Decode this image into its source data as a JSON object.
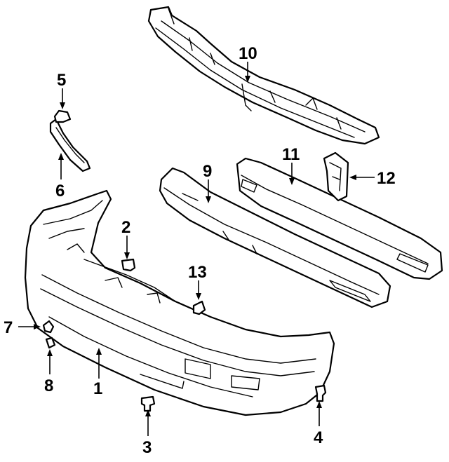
{
  "diagram": {
    "callouts": [
      {
        "id": "c1",
        "text": "1"
      },
      {
        "id": "c2",
        "text": "2"
      },
      {
        "id": "c3",
        "text": "3"
      },
      {
        "id": "c4",
        "text": "4"
      },
      {
        "id": "c5",
        "text": "5"
      },
      {
        "id": "c6",
        "text": "6"
      },
      {
        "id": "c7",
        "text": "7"
      },
      {
        "id": "c8",
        "text": "8"
      },
      {
        "id": "c9",
        "text": "9"
      },
      {
        "id": "c10",
        "text": "10"
      },
      {
        "id": "c11",
        "text": "11"
      },
      {
        "id": "c12",
        "text": "12"
      },
      {
        "id": "c13",
        "text": "13"
      }
    ],
    "colors": {
      "ink": "#000000",
      "paper": "#ffffff"
    }
  }
}
